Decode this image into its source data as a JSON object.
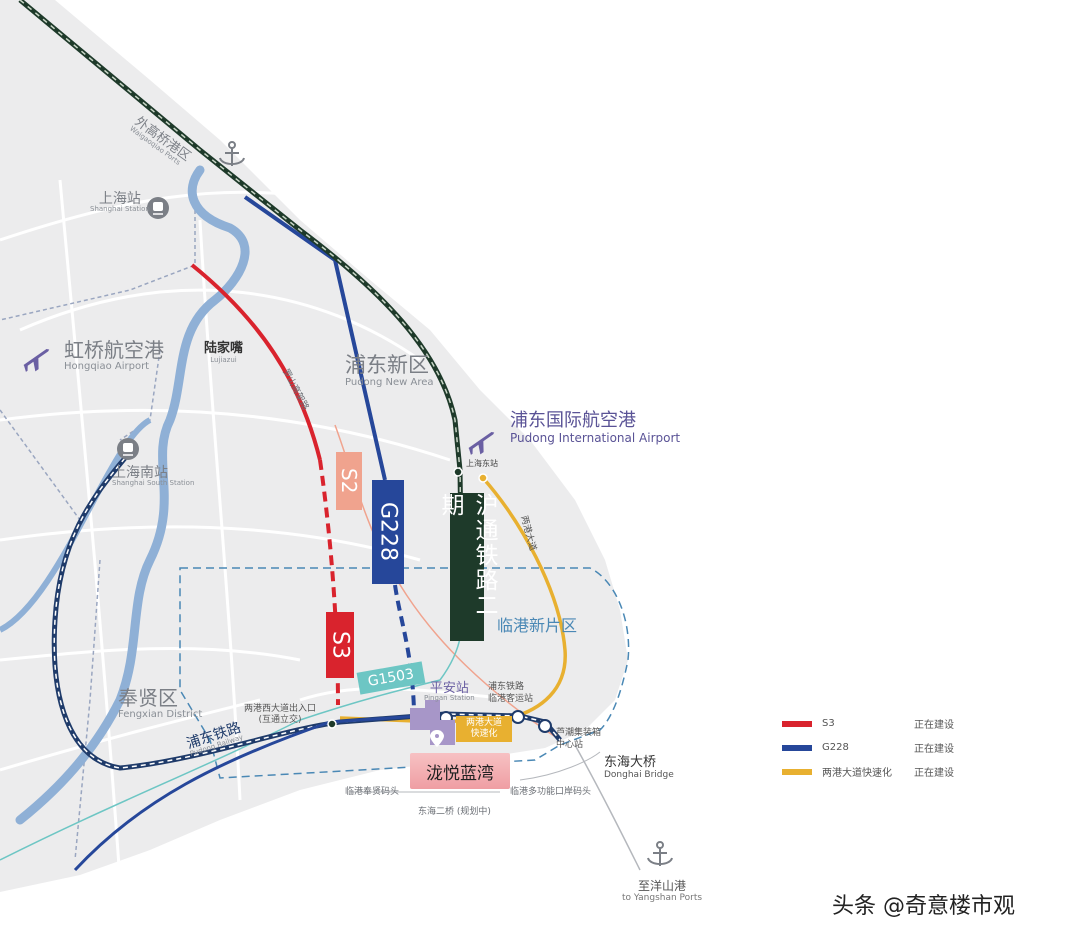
{
  "places": {
    "waigaoqiao_zh": "外高桥港区",
    "waigaoqiao_en": "Waigaoqiao Ports",
    "shanghai_station_zh": "上海站",
    "shanghai_station_en": "Shanghai Station",
    "hongqiao_zh": "虹桥航空港",
    "hongqiao_en": "Hongqiao Airport",
    "lujiazui_zh": "陆家嘴",
    "lujiazui_en": "Lujiazui",
    "luoshan_road": "罗山高架路",
    "pudong_new_area_zh": "浦东新区",
    "pudong_new_area_en": "Pudong New Area",
    "pudong_airport_zh": "浦东国际航空港",
    "pudong_airport_en": "Pudong International Airport",
    "shanghai_south_zh": "上海南站",
    "shanghai_south_en": "Shanghai South Station",
    "shanghai_east": "上海东站",
    "lianggang_avenue": "两港大道",
    "lingang_zh": "临港新片区",
    "fengxian_zh": "奉贤区",
    "fengxian_en": "Fengxian District",
    "pingan_zh": "平安站",
    "pingan_en": "Pingan Station",
    "pudong_railway_zh": "浦东铁路",
    "pudong_railway_en": "Pudong Railway",
    "lingang_passenger_1": "浦东铁路",
    "lingang_passenger_2": "临港客运站",
    "container_center_1": "芦潮集装箱",
    "container_center_2": "中心站",
    "lianggang_west_exit_1": "两港西大道出入口",
    "lianggang_west_exit_2": "(互通立交)",
    "donghai_bridge_zh": "东海大桥",
    "donghai_bridge_en": "Donghai Bridge",
    "fengzi_pier": "临港奉贤码头",
    "multi_pier": "临港多功能口岸码头",
    "donghai_bridge2": "东海二桥 (规划中)",
    "yangshan_zh": "至洋山港",
    "yangshan_en": "to Yangshan Ports",
    "project": "泷悦蓝湾",
    "express_1": "两港大道",
    "express_2": "快速化"
  },
  "routes": {
    "s2": "S2",
    "s3": "S3",
    "g228": "G228",
    "hutong": "沪通铁路二期",
    "g1503": "G1503"
  },
  "legend": [
    {
      "name": "S3",
      "status": "正在建设",
      "color": "#d9232d"
    },
    {
      "name": "G228",
      "status": "正在建设",
      "color": "#26479a"
    },
    {
      "name": "两港大道快速化",
      "status": "正在建设",
      "color": "#e8b030"
    }
  ],
  "icons": {
    "anchor": "anchor-icon",
    "airplane": "airplane-icon",
    "station": "train-station-icon",
    "location": "location-pin-icon"
  },
  "colors": {
    "land": "#ececed",
    "road": "#ffffff",
    "river": "#8fb0d6",
    "s3": "#d9232d",
    "g228": "#26479a",
    "hutong": "#1e3a2a",
    "lianggang": "#e8b030",
    "s2": "#f0a38e",
    "g1503": "#6dc6c4",
    "lingang": "#4a88b5",
    "project": "#f3a3a6",
    "rail": "#1f3b6a"
  },
  "watermark": "头条 @奇意楼市观"
}
